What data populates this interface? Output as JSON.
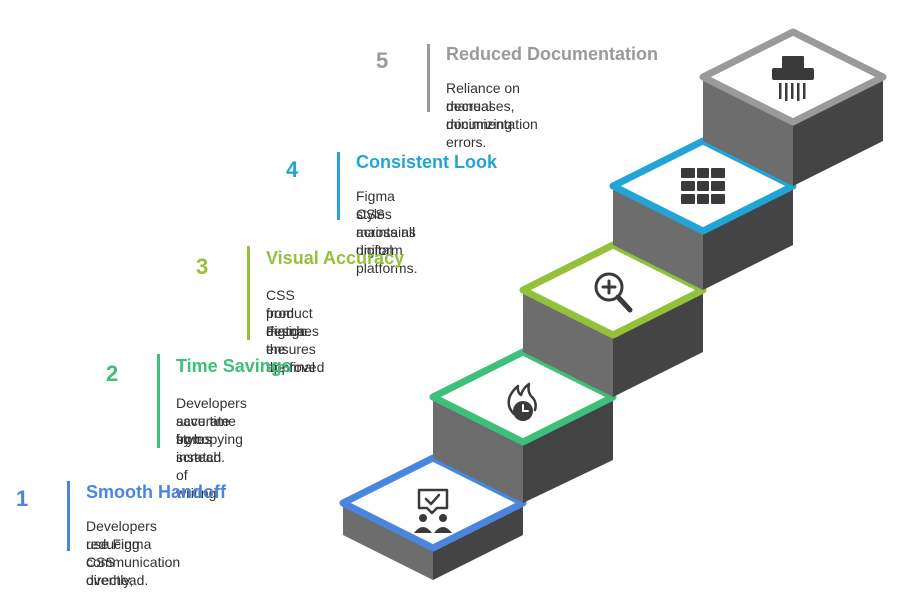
{
  "steps": [
    {
      "number": "1",
      "title": "Smooth Handoff",
      "line1": "Developers use Figma CSS directly,",
      "line2": "reducing communication overhead.",
      "line3": "",
      "color": "#4a86e0",
      "icon": "chat-check-users-icon"
    },
    {
      "number": "2",
      "title": "Time Savings",
      "line1": "Developers save time by copying",
      "line2": "accurate styles instead of writing",
      "line3": "from scratch.",
      "color": "#3cc07a",
      "icon": "fire-clock-icon"
    },
    {
      "number": "3",
      "title": "Visual Accuracy",
      "line1": "CSS from Figma ensures the final",
      "line2": "product matches the approved",
      "line3": "design.",
      "color": "#93c13a",
      "icon": "magnifier-plus-icon"
    },
    {
      "number": "4",
      "title": "Consistent Look",
      "line1": "Figma CSS maintains uniform",
      "line2": "styles across all digital platforms.",
      "line3": "",
      "color": "#22a4d6",
      "icon": "grid-icon"
    },
    {
      "number": "5",
      "title": "Reduced Documentation",
      "line1": "Reliance on manual documentation",
      "line2": "decreases, minimizing errors.",
      "line3": "",
      "color": "#9a9a9a",
      "icon": "shredder-icon"
    }
  ]
}
